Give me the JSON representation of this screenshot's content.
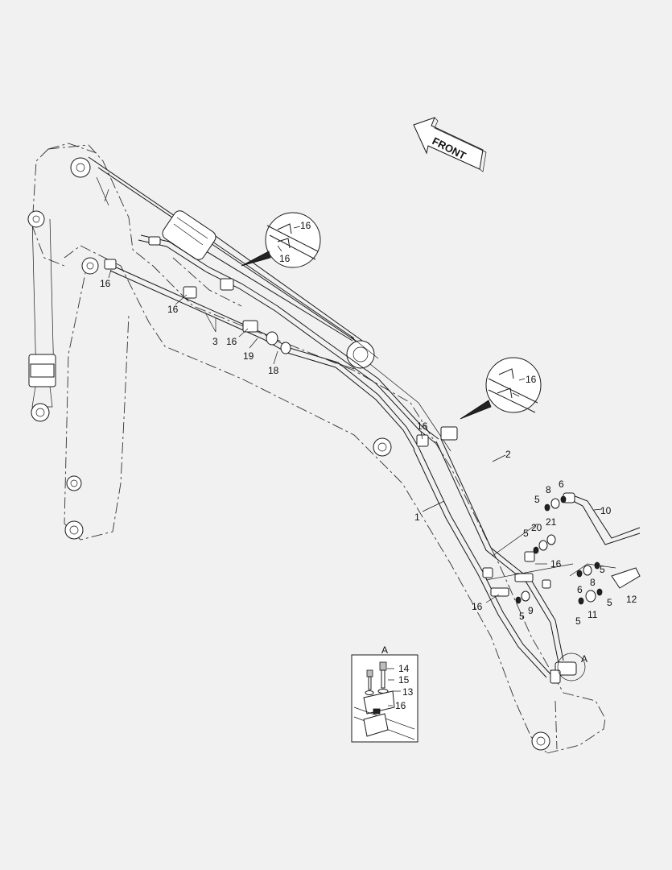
{
  "direction": {
    "label": "FRONT"
  },
  "detail": {
    "label": "A",
    "ref_label": "A"
  },
  "callouts": [
    {
      "id": "c16a",
      "text": "16"
    },
    {
      "id": "c16b",
      "text": "16"
    },
    {
      "id": "c3",
      "text": "3"
    },
    {
      "id": "c16c",
      "text": "16"
    },
    {
      "id": "c19",
      "text": "19"
    },
    {
      "id": "c18",
      "text": "18"
    },
    {
      "id": "c16d",
      "text": "16"
    },
    {
      "id": "c16e",
      "text": "16"
    },
    {
      "id": "c16f",
      "text": "16"
    },
    {
      "id": "c16g",
      "text": "16"
    },
    {
      "id": "c2",
      "text": "2"
    },
    {
      "id": "c1",
      "text": "1"
    },
    {
      "id": "c5a",
      "text": "5"
    },
    {
      "id": "c8a",
      "text": "8"
    },
    {
      "id": "c6a",
      "text": "6"
    },
    {
      "id": "c10",
      "text": "10"
    },
    {
      "id": "c5b",
      "text": "5"
    },
    {
      "id": "c20",
      "text": "20"
    },
    {
      "id": "c21",
      "text": "21"
    },
    {
      "id": "c16h",
      "text": "16"
    },
    {
      "id": "c16i",
      "text": "16"
    },
    {
      "id": "c5c",
      "text": "5"
    },
    {
      "id": "c9",
      "text": "9"
    },
    {
      "id": "c6b",
      "text": "6"
    },
    {
      "id": "c8b",
      "text": "8"
    },
    {
      "id": "c5d",
      "text": "5"
    },
    {
      "id": "c12",
      "text": "12"
    },
    {
      "id": "c5e",
      "text": "5"
    },
    {
      "id": "c11",
      "text": "11"
    },
    {
      "id": "c5f",
      "text": "5"
    },
    {
      "id": "c14",
      "text": "14"
    },
    {
      "id": "c15",
      "text": "15"
    },
    {
      "id": "c13",
      "text": "13"
    },
    {
      "id": "c16j",
      "text": "16"
    }
  ]
}
